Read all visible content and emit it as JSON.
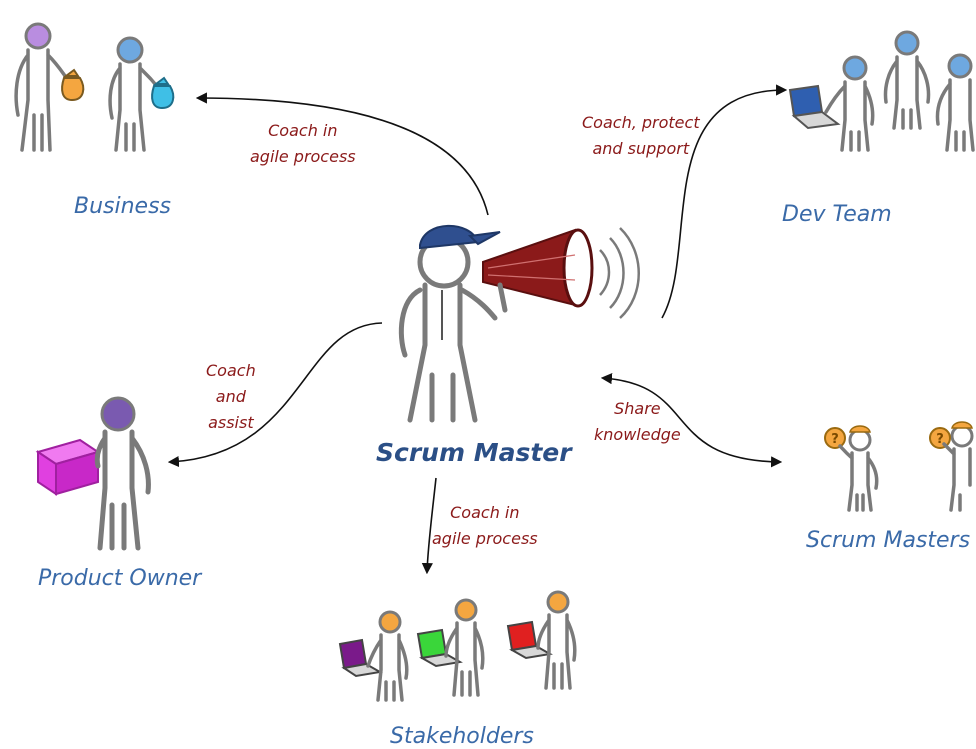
{
  "center": {
    "label": "Scrum Master"
  },
  "groups": {
    "business": "Business",
    "dev_team": "Dev Team",
    "product_owner": "Product Owner",
    "stakeholders": "Stakeholders",
    "scrum_masters": "Scrum Masters"
  },
  "edges": {
    "business": [
      "Coach in",
      "agile process"
    ],
    "dev_team": [
      "Coach, protect",
      "and support"
    ],
    "product_owner": [
      "Coach",
      "and",
      "assist"
    ],
    "stakeholders": [
      "Coach in",
      "agile process"
    ],
    "scrum_masters": [
      "Share",
      "knowledge"
    ]
  },
  "colors": {
    "label_blue": "#3a6aa8",
    "edge_red": "#8b1a1a",
    "cap_blue": "#2f4f8f",
    "megaphone": "#8b1a1a",
    "head_purple": "#b98de0",
    "head_blue": "#6ea8e0",
    "head_orange": "#f4a640",
    "box_magenta": "#e040e0",
    "bag_orange": "#f4a640",
    "bag_blue": "#3fbfe6",
    "laptop_purple": "#7a1a8a",
    "laptop_green": "#3ad63a",
    "laptop_red": "#e02020"
  },
  "icons": [
    "megaphone-icon",
    "cap-icon",
    "money-bag-icon",
    "laptop-icon",
    "box-icon",
    "question-mark-icon"
  ]
}
